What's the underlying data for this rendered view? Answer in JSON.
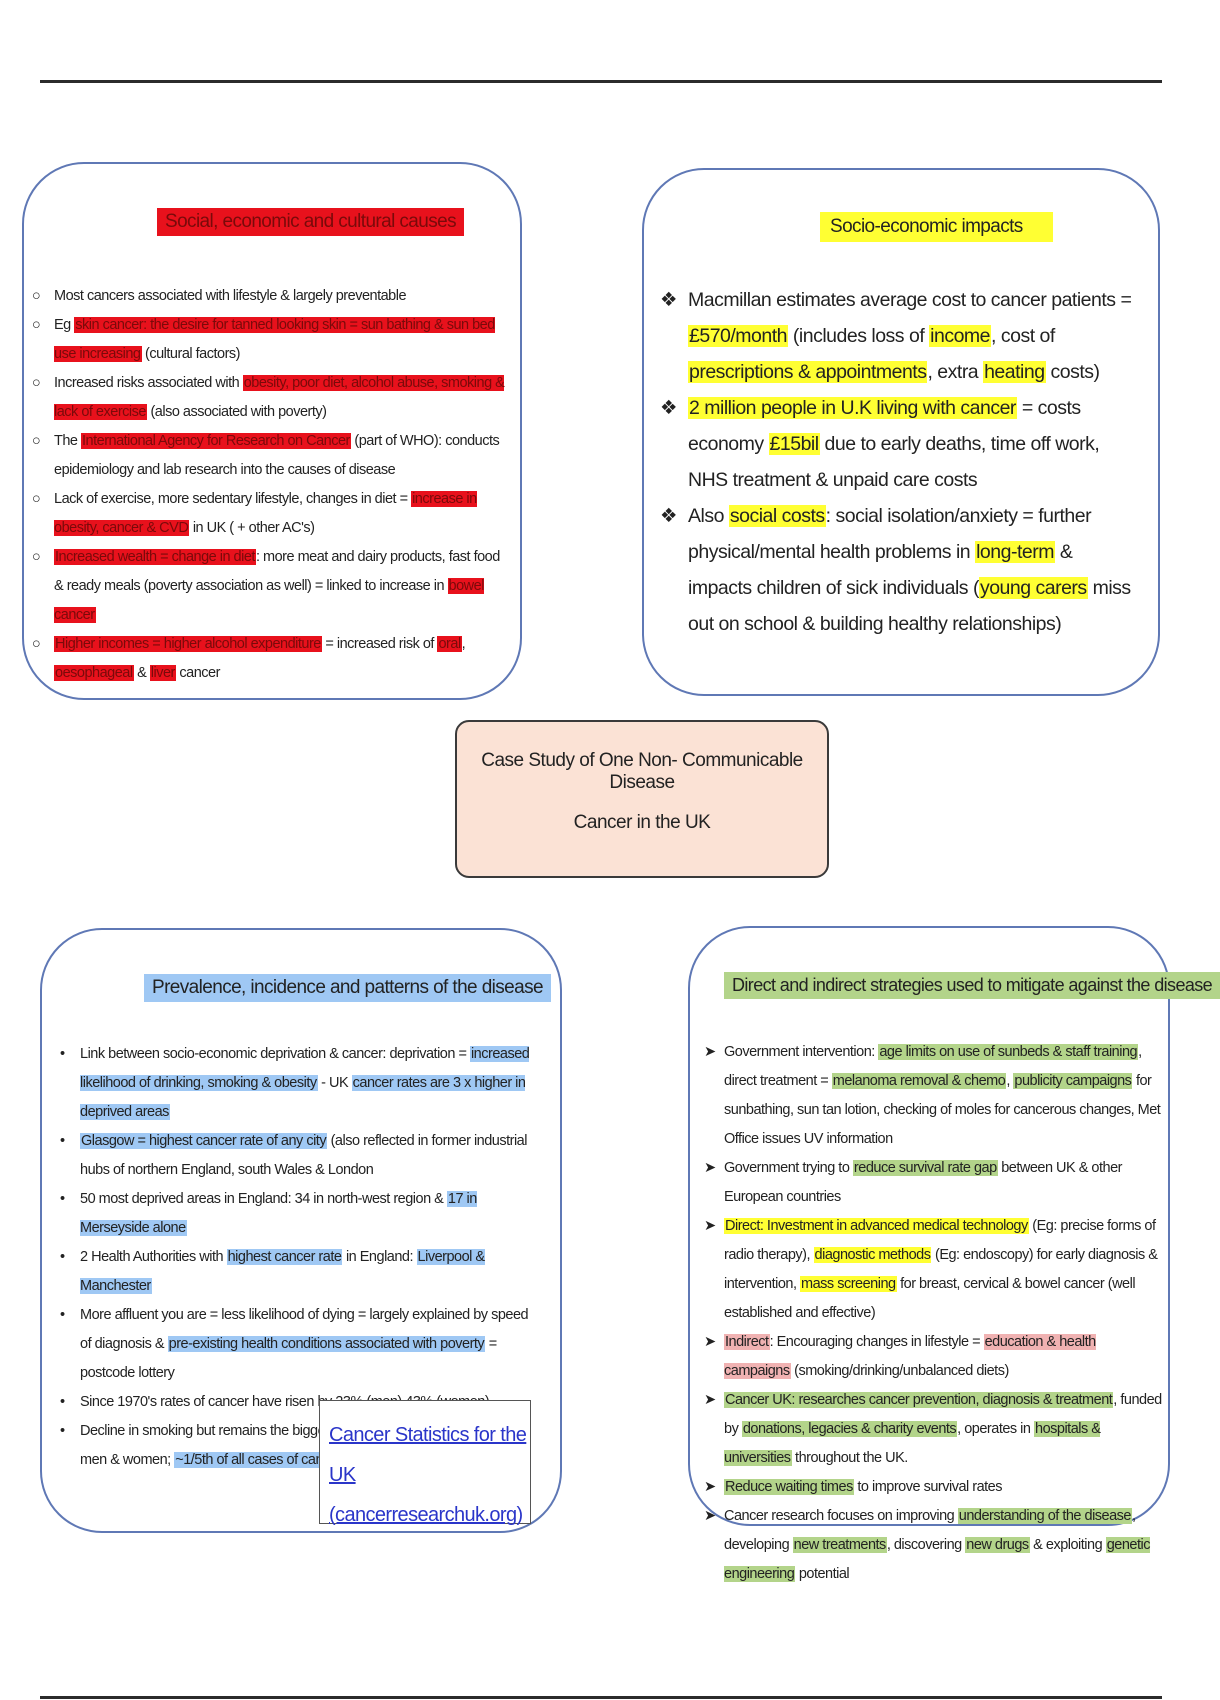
{
  "boxes": {
    "social": {
      "title": "Social, economic and cultural causes",
      "bullet": "○",
      "items": [
        [
          {
            "t": "Most cancers associated with lifestyle & largely preventable"
          }
        ],
        [
          {
            "t": "Eg "
          },
          {
            "t": "skin cancer: the desire for tanned looking skin = sun bathing & sun bed use increasing",
            "h": "red"
          },
          {
            "t": " (cultural factors)"
          }
        ],
        [
          {
            "t": "Increased risks associated with "
          },
          {
            "t": "obesity, poor diet, alcohol abuse, smoking & lack of exercise",
            "h": "red"
          },
          {
            "t": " (also associated with poverty)"
          }
        ],
        [
          {
            "t": "The "
          },
          {
            "t": "International Agency for Research on Cancer",
            "h": "red"
          },
          {
            "t": " (part of WHO): conducts epidemiology and lab research into the causes of disease"
          }
        ],
        [
          {
            "t": "Lack of exercise, more sedentary lifestyle, changes in diet = "
          },
          {
            "t": "increase in obesity, cancer & CVD",
            "h": "red"
          },
          {
            "t": " in UK ( + other AC's)"
          }
        ],
        [
          {
            "t": "Increased wealth = change in diet",
            "h": "red"
          },
          {
            "t": ": more meat and dairy products, fast food & ready meals (poverty association as well) = linked to increase in "
          },
          {
            "t": "bowel cancer",
            "h": "red"
          }
        ],
        [
          {
            "t": "Higher incomes = higher alcohol expenditure",
            "h": "red"
          },
          {
            "t": " = increased risk of "
          },
          {
            "t": "oral",
            "h": "red"
          },
          {
            "t": ", "
          },
          {
            "t": "oesophageal",
            "h": "red"
          },
          {
            "t": " & "
          },
          {
            "t": "liver",
            "h": "red"
          },
          {
            "t": " cancer"
          }
        ]
      ]
    },
    "socio": {
      "title": "Socio-economic impacts",
      "bullet": "❖",
      "items": [
        [
          {
            "t": "Macmillan estimates average cost to cancer patients = "
          },
          {
            "t": "£570/month",
            "h": "yel"
          },
          {
            "t": " (includes loss of "
          },
          {
            "t": "income",
            "h": "yel"
          },
          {
            "t": ", cost of "
          },
          {
            "t": "prescriptions & appointments",
            "h": "yel"
          },
          {
            "t": ", extra "
          },
          {
            "t": "heating",
            "h": "yel"
          },
          {
            "t": " costs)"
          }
        ],
        [
          {
            "t": "2 million people in U.K living  with cancer",
            "h": "yel"
          },
          {
            "t": " = costs economy "
          },
          {
            "t": "£15bil",
            "h": "yel"
          },
          {
            "t": " due to early deaths, time off work, NHS treatment & unpaid care costs"
          }
        ],
        [
          {
            "t": "Also "
          },
          {
            "t": "social costs",
            "h": "yel"
          },
          {
            "t": ": social isolation/anxiety = further physical/mental health problems in "
          },
          {
            "t": "long-term",
            "h": "yel"
          },
          {
            "t": " & impacts children of sick individuals ("
          },
          {
            "t": "young carers",
            "h": "yel"
          },
          {
            "t": " miss out on school & building healthy relationships)"
          }
        ]
      ]
    },
    "prev": {
      "title": "Prevalence, incidence and patterns of the disease",
      "bullet": "•",
      "items": [
        [
          {
            "t": "Link between socio-economic deprivation & cancer: deprivation = "
          },
          {
            "t": "increased likelihood of drinking, smoking & obesity",
            "h": "blu"
          },
          {
            "t": " - UK "
          },
          {
            "t": "cancer rates are 3 x higher in deprived areas",
            "h": "blu"
          }
        ],
        [
          {
            "t": "Glasgow = highest cancer rate of any city",
            "h": "blu"
          },
          {
            "t": " (also reflected in former industrial hubs of northern England, south Wales & London"
          }
        ],
        [
          {
            "t": "50 most deprived areas in England: 34 in north-west region & "
          },
          {
            "t": "17 in Merseyside alone",
            "h": "blu"
          }
        ],
        [
          {
            "t": "2 Health Authorities with "
          },
          {
            "t": "highest cancer rate",
            "h": "blu"
          },
          {
            "t": " in England: "
          },
          {
            "t": "Liverpool & Manchester",
            "h": "blu"
          }
        ],
        [
          {
            "t": "More affluent you are = less likelihood of dying = largely explained by speed of diagnosis & "
          },
          {
            "t": "pre-existing health conditions associated with poverty",
            "h": "blu"
          },
          {
            "t": " = postcode lottery"
          }
        ],
        [
          {
            "t": "Since 1970's rates of cancer have risen by 23% (men) 43% (women)"
          }
        ],
        [
          {
            "t": "Decline in smoking but remains the biggest single cause of cancer in both men & women; "
          },
          {
            "t": "~1/5th of all cases of cancer are smoking related",
            "h": "blu"
          }
        ]
      ]
    },
    "strat": {
      "title": "Direct and indirect strategies used to mitigate against the disease",
      "bullet": "➤",
      "items": [
        [
          {
            "t": "Government intervention: "
          },
          {
            "t": "age limits on use of sunbeds & staff training",
            "h": "grn"
          },
          {
            "t": ", direct treatment = "
          },
          {
            "t": "melanoma removal & chemo",
            "h": "grn"
          },
          {
            "t": ", "
          },
          {
            "t": "publicity campaigns",
            "h": "grn"
          },
          {
            "t": " for sunbathing, sun tan lotion, checking of moles for cancerous changes, Met Office issues UV information"
          }
        ],
        [
          {
            "t": "Government trying to "
          },
          {
            "t": "reduce survival rate gap",
            "h": "grn"
          },
          {
            "t": " between UK & other European countries"
          }
        ],
        [
          {
            "t": "Direct: Investment in advanced medical technology",
            "h": "yel"
          },
          {
            "t": " (Eg: precise forms of radio therapy), "
          },
          {
            "t": "diagnostic methods",
            "h": "yel"
          },
          {
            "t": " (Eg: endoscopy) for early diagnosis & intervention, "
          },
          {
            "t": "mass screening",
            "h": "yel"
          },
          {
            "t": " for breast, cervical & bowel cancer (well established and effective)"
          }
        ],
        [
          {
            "t": "Indirect",
            "h": "pnk"
          },
          {
            "t": ": Encouraging changes in lifestyle = "
          },
          {
            "t": "education & health campaigns",
            "h": "pnk"
          },
          {
            "t": " (smoking/drinking/unbalanced diets)"
          }
        ],
        [
          {
            "t": "Cancer UK: researches cancer prevention, diagnosis & treatment",
            "h": "grn"
          },
          {
            "t": ", funded by "
          },
          {
            "t": "donations, legacies & charity events",
            "h": "grn"
          },
          {
            "t": ", operates in "
          },
          {
            "t": "hospitals & universities",
            "h": "grn"
          },
          {
            "t": " throughout the UK."
          }
        ],
        [
          {
            "t": "Reduce waiting times",
            "h": "grn"
          },
          {
            "t": " to improve survival rates"
          }
        ],
        [
          {
            "t": "Cancer research focuses on improving "
          },
          {
            "t": "understanding of the disease",
            "h": "grn"
          },
          {
            "t": ", developing "
          },
          {
            "t": "new treatments",
            "h": "grn"
          },
          {
            "t": ", discovering "
          },
          {
            "t": "new drugs",
            "h": "grn"
          },
          {
            "t": " & exploiting "
          },
          {
            "t": "genetic engineering",
            "h": "grn"
          },
          {
            "t": " potential"
          }
        ]
      ]
    }
  },
  "centre": {
    "line1": "Case Study of One Non- Communicable Disease",
    "line2": "Cancer in the UK"
  },
  "link": {
    "line1": "Cancer Statistics for the UK",
    "line2": "(cancerresearchuk.org)"
  },
  "colors": {
    "red": "#e8111c",
    "yellow": "#ffff33",
    "blue": "#9fc8f4",
    "green": "#b3d48a",
    "pink": "#f0b2b2",
    "box_border": "#5f78b5",
    "centre_fill": "#fbe2d5",
    "link": "#2a35c9"
  }
}
